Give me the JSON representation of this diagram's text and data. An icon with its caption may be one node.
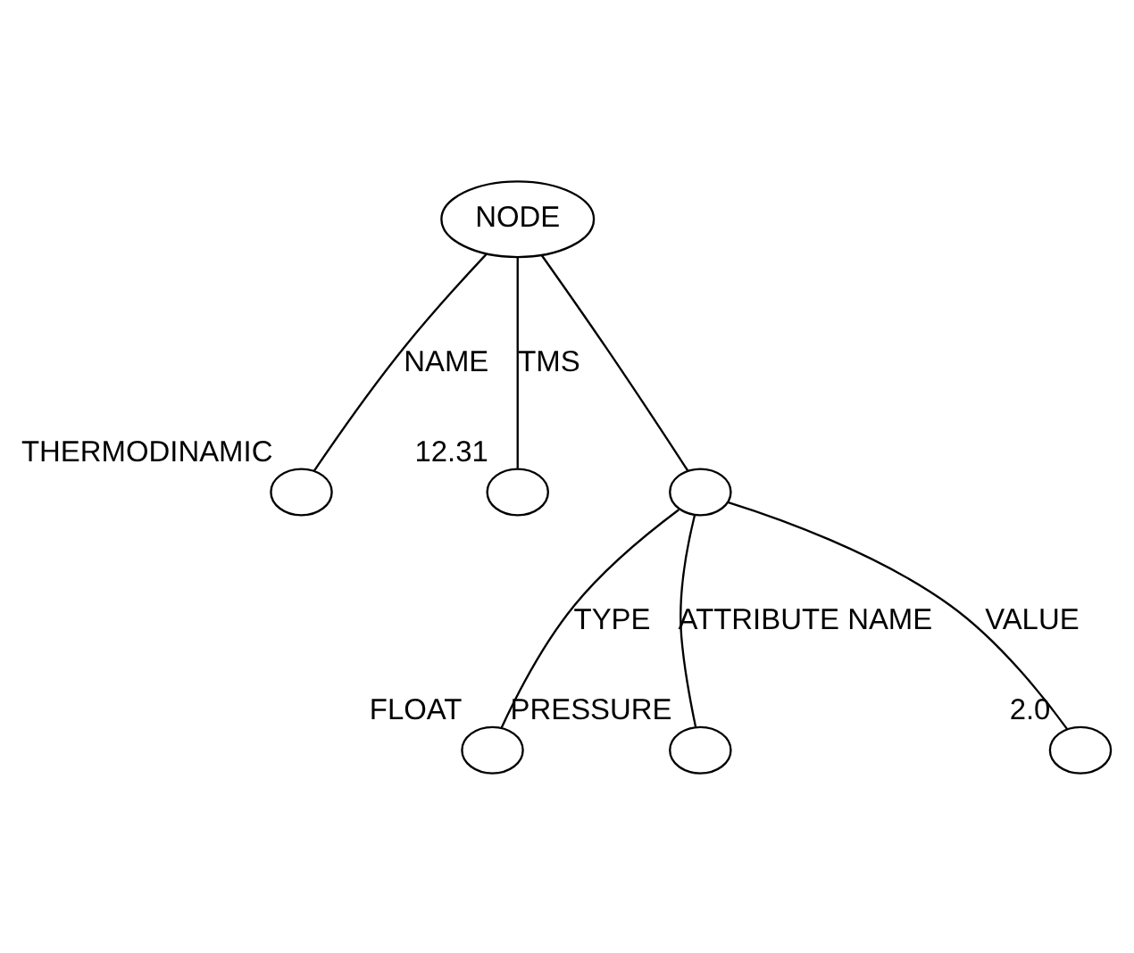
{
  "diagram": {
    "nodes": [
      {
        "text": [
          "NODE"
        ]
      },
      {
        "text": [],
        "shape": "circle",
        "beside": [
          "THERMODINAMIC"
        ]
      },
      {
        "text": [],
        "shape": "circle",
        "beside": [
          "12.31"
        ]
      },
      {
        "text": [],
        "shape": "circle"
      },
      {
        "text": [],
        "shape": "circle",
        "beside": [
          "FLOAT"
        ]
      },
      {
        "text": [],
        "shape": "circle",
        "beside": [
          "PRESSURE"
        ]
      },
      {
        "text": [],
        "shape": "circle",
        "beside": [
          "2.0"
        ]
      }
    ],
    "edges": [
      {
        "from": 0,
        "to": 1,
        "arrow": "none",
        "label": "NAME"
      },
      {
        "from": 0,
        "to": 2,
        "arrow": "none",
        "label": "TMS"
      },
      {
        "from": 0,
        "to": 3,
        "arrow": "none"
      },
      {
        "from": 3,
        "to": 4,
        "arrow": "none",
        "label": "TYPE"
      },
      {
        "from": 3,
        "to": 5,
        "arrow": "none",
        "label": "ATTRIBUTE NAME"
      },
      {
        "from": 3,
        "to": 6,
        "arrow": "none",
        "label": "VALUE"
      }
    ]
  }
}
